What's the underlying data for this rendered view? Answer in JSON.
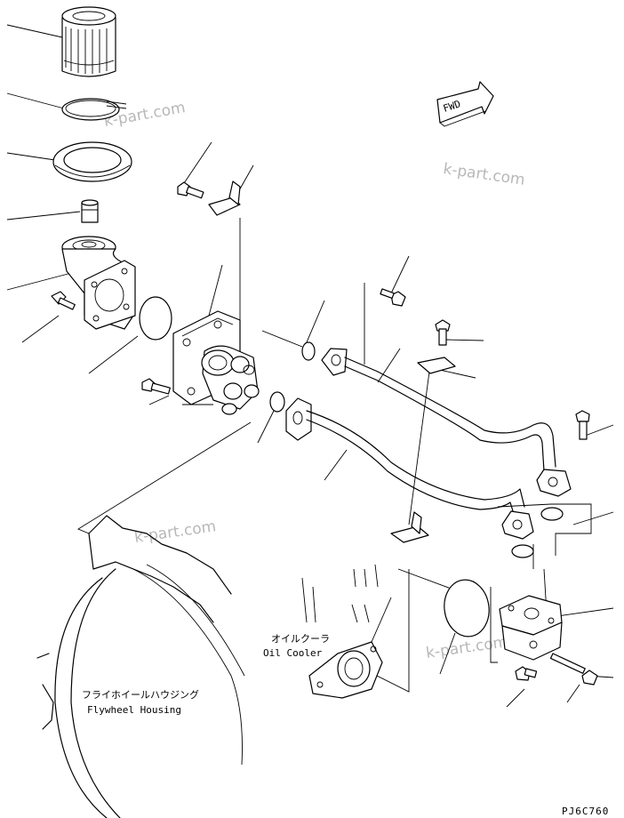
{
  "arrow_text": "FWD",
  "watermark": "k-part.com",
  "labels": {
    "oil_cooler_jp": "オイルクーラ",
    "oil_cooler_en": "Oil Cooler",
    "flywheel_jp": "フライホイールハウジング",
    "flywheel_en": "Flywheel Housing"
  },
  "drawing_code": "PJ6C760"
}
